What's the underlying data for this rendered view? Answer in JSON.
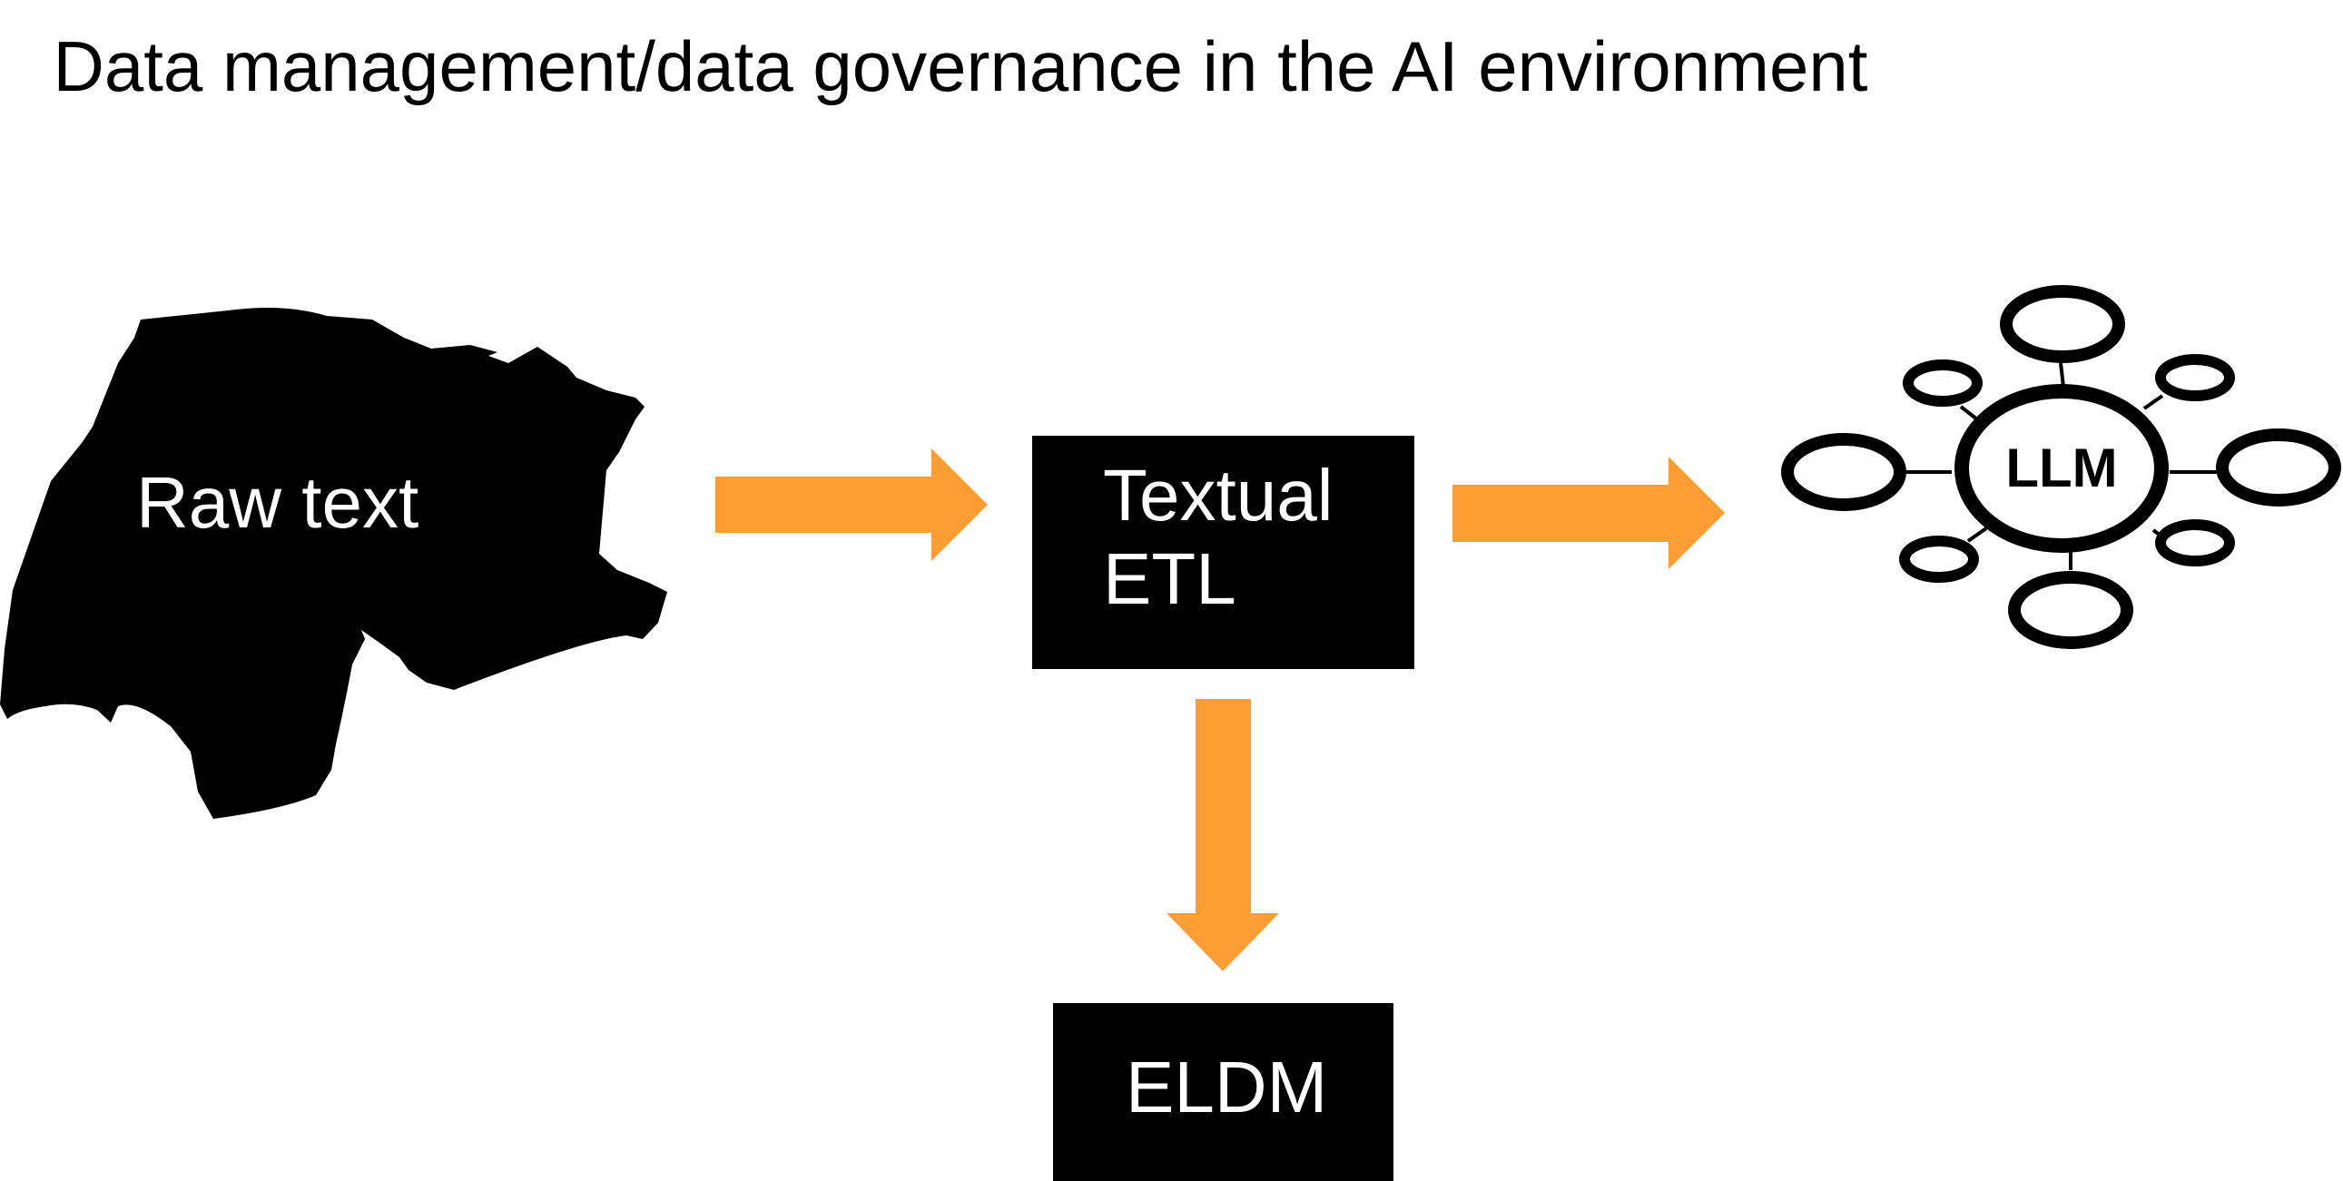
{
  "title": "Data management/data governance in the AI environment",
  "nodes": {
    "raw_text": "Raw text",
    "textual_etl_line1": "Textual",
    "textual_etl_line2": "ETL",
    "eldm": "ELDM",
    "llm": "LLM"
  },
  "colors": {
    "arrow": "#FF9D35",
    "box": "#000000",
    "text_on_dark": "#FFFFFF"
  }
}
